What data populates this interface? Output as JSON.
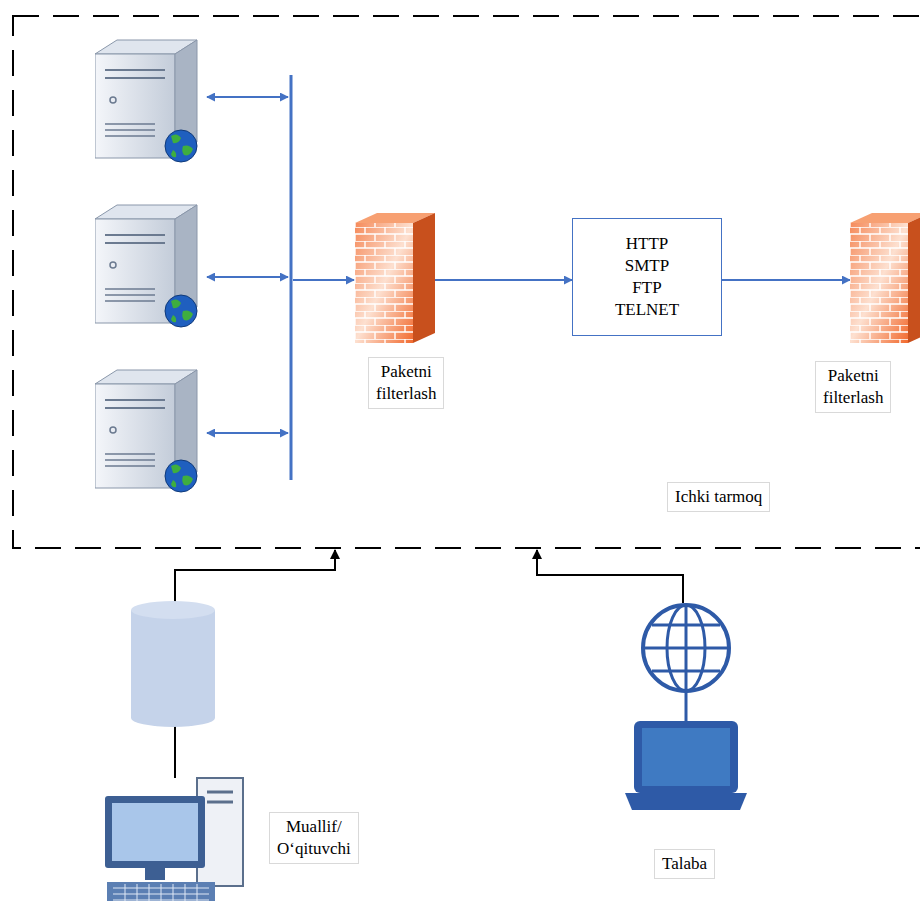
{
  "diagram": {
    "nodes": [
      {
        "text": [
          "Ichki tarmoq"
        ]
      },
      {
        "text": [
          "Paketni filterlash"
        ],
        "in": 0
      },
      {
        "text": [
          "HTTP SMTP FTP TELNET"
        ],
        "in": 0
      },
      {
        "text": [
          "Paketni filterlash"
        ],
        "in": 0
      },
      {
        "text": [
          "Muallif/ O‘qituvchi"
        ]
      },
      {
        "text": [
          "Talaba"
        ]
      }
    ],
    "edges": [
      {
        "from": 1,
        "to": 2,
        "arrow": "to"
      },
      {
        "from": 2,
        "to": 3,
        "arrow": "to"
      },
      {
        "from": 4,
        "to": 0,
        "arrow": "to"
      },
      {
        "from": 5,
        "to": 0,
        "arrow": "to"
      }
    ]
  }
}
